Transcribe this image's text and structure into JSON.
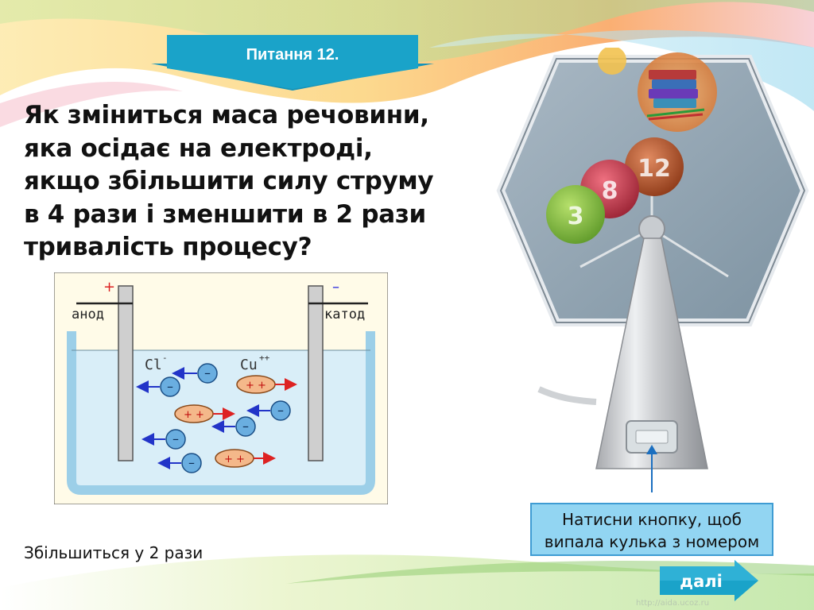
{
  "slide": {
    "title": "Питання 12.",
    "question": "Як зміниться маса речовини, яка осідає на електроді, якщо збільшити силу струму в 4 рази і зменшити в 2 рази тривалість процесу?",
    "answer": "Збільшиться у 2 рази"
  },
  "diagram": {
    "anode_sign": "+",
    "cathode_sign": "–",
    "anode_label": "анод",
    "cathode_label": "катод",
    "anion_label": "Cl",
    "anion_charge": "-",
    "cation_label": "Cu",
    "cation_charge": "++",
    "negative_ion_sign": "–",
    "positive_ion_signs": "+ +"
  },
  "machine": {
    "balls": [
      "3",
      "8",
      "12"
    ],
    "hint": "Натисни кнопку, щоб випала кулька з номером"
  },
  "nav": {
    "next_label": "далі"
  },
  "footer": {
    "watermark": "http://aida.ucoz.ru"
  },
  "colors": {
    "banner": "#1aa3c9",
    "hint_bg": "#92d5f2",
    "next_arrow": "#1aa3c9",
    "ball_green": "#7bbf3a",
    "ball_red": "#c8344a",
    "ball_brown": "#b5552c"
  }
}
